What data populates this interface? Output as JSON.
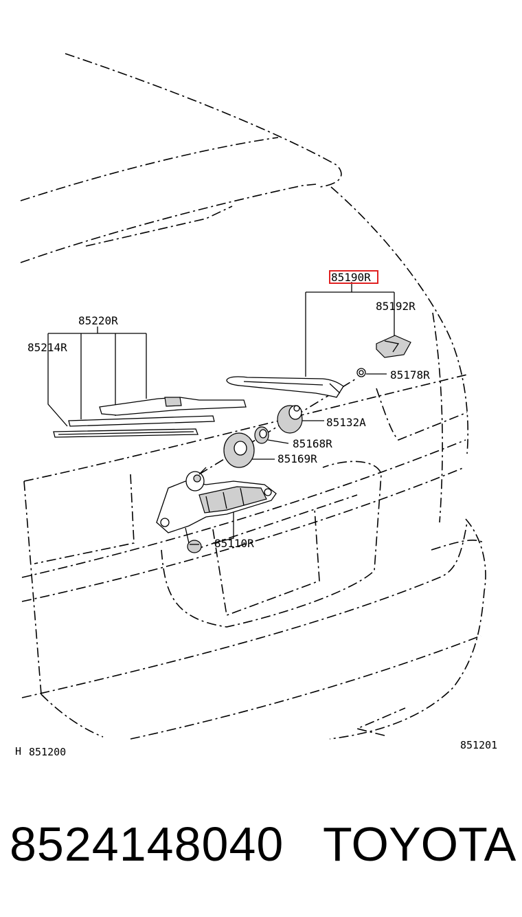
{
  "callouts": {
    "wiper_arm_assy": "85190R",
    "cap": "85192R",
    "nut": "85178R",
    "blade": "85220R",
    "blade_rubber": "85214R",
    "cushion": "85132A",
    "seal": "85168R",
    "grommet": "85169R",
    "motor": "85110R"
  },
  "highlighted_callout_color": "#e02020",
  "corner_left_marker": "H",
  "corner_left": "851200",
  "corner_right": "851201",
  "footer": {
    "part_number": "8524148040",
    "brand": "TOYOTA"
  }
}
